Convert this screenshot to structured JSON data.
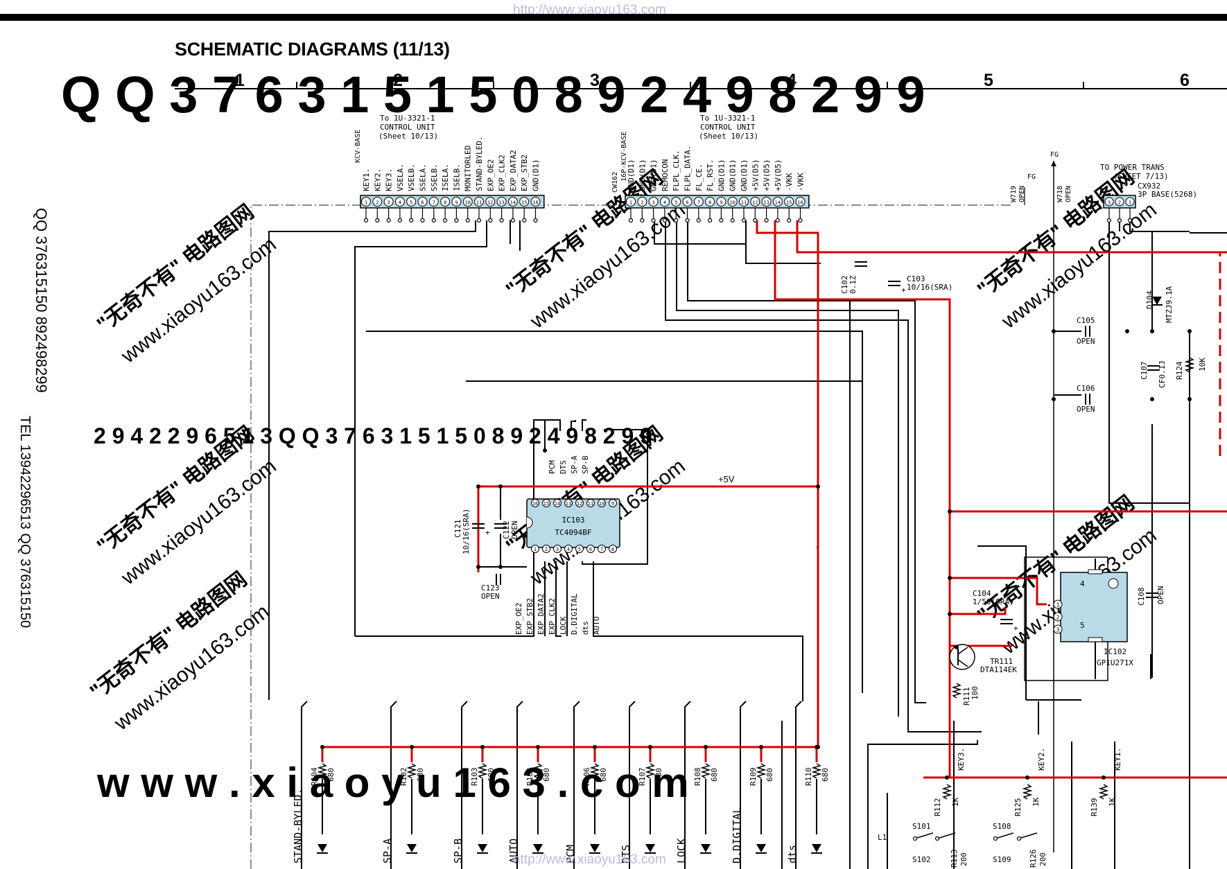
{
  "header": {
    "title": "SCHEMATIC DIAGRAMS  (11/13)",
    "url_top": "http://www.xiaoyu163.com",
    "url_bottom": "http://www.xiaoyu163.com"
  },
  "grid_columns": [
    "1",
    "2",
    "3",
    "4",
    "5",
    "6"
  ],
  "watermarks": {
    "qq_line": "Q Q   3 7 6 3 1 5 1 5 0     8 9 2 4 9 8 2 9 9",
    "mid_line": "2 9 4 2 2 9 6 5 1 3   Q Q 3 7 6 3 1 5 1 5 0   8 9 2 4 9 8 2 9 9",
    "www_line": "w w w . x i a o y u 1 6 3 . c o m",
    "cn_brand": "\"无奇不有\" 电路图网",
    "site": "www.xiaoyu163.com",
    "side_left": "QQ 376315150 892498299",
    "side_left2": "TEL 13942296513 QQ 376315150"
  },
  "connector_left": {
    "base": "KCV-BASE",
    "header": [
      "To 1U-3321-1",
      "CONTROL UNIT",
      "(Sheet 10/13)"
    ],
    "pins": [
      "KEY1.",
      "KEY2.",
      "KEY3.",
      "VSELA.",
      "VSELB.",
      "SSELA.",
      "SSELB.",
      "ISELA.",
      "ISELB.",
      "MONITORLED",
      "STAND-BYLED.",
      "EXP_OE2",
      "EXP_CLK2",
      "EXP_DATA2",
      "EXP_STB2",
      "GND(D1)"
    ],
    "numbers": [
      "1",
      "2",
      "3",
      "4",
      "5",
      "6",
      "7",
      "8",
      "9",
      "10",
      "11",
      "12",
      "13",
      "14",
      "15",
      "16"
    ]
  },
  "connector_right": {
    "ref": "CW162",
    "base": "16P-KCV-BASE",
    "header": [
      "To 1U-3321-1",
      "CONTROL UNIT",
      "(Sheet 10/13)"
    ],
    "pins": [
      "GND(D1)",
      "GND(D1)",
      "GND(D1)",
      "REMOCON",
      "FLPL_CLK.",
      "FLPL_DATA.",
      "FL_CE.",
      "FL_RST.",
      "GND(D1)",
      "GND(D1)",
      "GND(D1)",
      "+5V(D5)",
      "+5V(D5)",
      "+5V(D5)",
      "-VKK",
      "-VKK"
    ],
    "numbers": [
      "1",
      "2",
      "3",
      "4",
      "5",
      "6",
      "7",
      "8",
      "9",
      "10",
      "11",
      "12",
      "13",
      "14",
      "15",
      "16"
    ]
  },
  "power_trans": {
    "header": [
      "TO POWER TRANS",
      "(SHEET 7/13)"
    ],
    "ref": "CX932",
    "base": "3P BASE(5268)",
    "numbers": [
      "3",
      "2",
      "1"
    ]
  },
  "fg": {
    "fg_top": "FG",
    "w719": "W719",
    "w719_value": "OPEN",
    "w719_fg": "FG",
    "w718": "W718",
    "w718_value": "OPEN"
  },
  "components": {
    "c102": {
      "ref": "C102",
      "value": "0.1Z"
    },
    "c103": {
      "ref": "C103",
      "value": "10/16(SRA)"
    },
    "d104": {
      "ref": "D104",
      "value": "MTZJ9.1A"
    },
    "c105": {
      "ref": "C105",
      "value": "OPEN"
    },
    "c106": {
      "ref": "C106",
      "value": "OPEN"
    },
    "c107": {
      "ref": "C107",
      "value": "CF0.1J"
    },
    "r124": {
      "ref": "R124",
      "value": "10K"
    },
    "c121": {
      "ref": "C121",
      "value": "10/16(SRA)"
    },
    "c122": {
      "ref": "C122",
      "value": "OPEN"
    },
    "c123": {
      "ref": "C123",
      "value": "OPEN"
    },
    "c104": {
      "ref": "C104",
      "value": "1/50(SRA)"
    },
    "c108": {
      "ref": "C108",
      "value": "OPEN"
    },
    "tr111": {
      "ref": "TR111",
      "value": "DTA114EK"
    },
    "r111": {
      "ref": "R111",
      "value": "100"
    },
    "r112": {
      "ref": "R112",
      "value": "1K"
    },
    "r125": {
      "ref": "R125",
      "value": "1K"
    },
    "r139": {
      "ref": "R139",
      "value": "1K"
    },
    "r113": {
      "ref": "R113",
      "value": "200"
    },
    "r126": {
      "ref": "R126",
      "value": "200"
    },
    "s101": "S101",
    "s102": "S102",
    "s108": "S108",
    "s109": "S109",
    "l1": "L1",
    "key3": "KEY3.",
    "key2": "KEY2.",
    "key1": "KEY1."
  },
  "ic103": {
    "ref": "IC103",
    "part": "TC4094BF",
    "top_pins": [
      "16",
      "15",
      "14",
      "13",
      "12",
      "11",
      "10",
      "9"
    ],
    "bottom_pins": [
      "1",
      "2",
      "3",
      "4",
      "5",
      "6",
      "7",
      "8"
    ],
    "top_nets": [
      "PCM",
      "DTS",
      "SP-A",
      "SP-B"
    ],
    "bottom_nets": [
      "EXP_OE2",
      "EXP_STB2",
      "EXP_DATA2",
      "EXP_CLK2",
      "LOCK",
      "D.DIGITAL",
      "dts",
      "AUTO"
    ]
  },
  "ic102": {
    "ref": "IC102",
    "part": "GP1U271X",
    "pins": [
      "1",
      "2",
      "3",
      "4",
      "5"
    ]
  },
  "plus5v": "+5V",
  "led_resistors": [
    {
      "ref": "R104",
      "value": "680"
    },
    {
      "ref": "R102",
      "value": "680"
    },
    {
      "ref": "R103",
      "value": "680"
    },
    {
      "ref": "R105",
      "value": "680"
    },
    {
      "ref": "R106",
      "value": "680"
    },
    {
      "ref": "R107",
      "value": "680"
    },
    {
      "ref": "R108",
      "value": "680"
    },
    {
      "ref": "R109",
      "value": "680"
    },
    {
      "ref": "R110",
      "value": "680"
    }
  ],
  "led_labels": [
    "STAND-BYLED.",
    "SP-A",
    "SP-B",
    "AUTO",
    "PCM",
    "DTS",
    "LOCK",
    "D.DIGITAL",
    "dts"
  ],
  "colors": {
    "wire": "#000000",
    "power_net": "#d40000",
    "part_fill": "#b9dbe8",
    "watermark": "#e7e7ec",
    "watermark_red": "#f2cfcf",
    "url": "#b8bcd8"
  }
}
